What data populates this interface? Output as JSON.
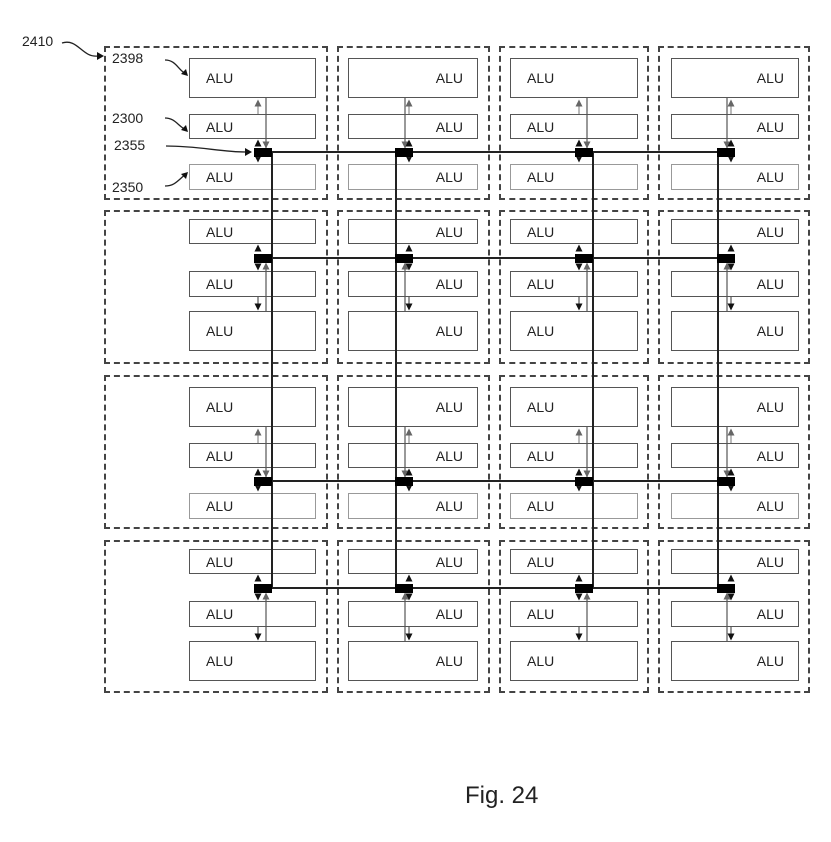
{
  "figure": {
    "caption": "Fig. 24",
    "grid": {
      "rows": 4,
      "cols": 4
    },
    "references": [
      {
        "id": "2410",
        "label": "2410",
        "target": "tile"
      },
      {
        "id": "2398",
        "label": "2398",
        "target": "upper-alu"
      },
      {
        "id": "2300",
        "label": "2300",
        "target": "middle-alu"
      },
      {
        "id": "2355",
        "label": "2355",
        "target": "switch-node"
      },
      {
        "id": "2350",
        "label": "2350",
        "target": "lower-alu"
      }
    ],
    "alu_label": "ALU",
    "tiles": [
      {
        "row": 0,
        "col": 0,
        "layout": "big-top",
        "alus": [
          "ALU",
          "ALU",
          "ALU"
        ],
        "label_align": "left"
      },
      {
        "row": 0,
        "col": 1,
        "layout": "big-top",
        "alus": [
          "ALU",
          "ALU",
          "ALU"
        ],
        "label_align": "right"
      },
      {
        "row": 0,
        "col": 2,
        "layout": "big-top",
        "alus": [
          "ALU",
          "ALU",
          "ALU"
        ],
        "label_align": "left"
      },
      {
        "row": 0,
        "col": 3,
        "layout": "big-top",
        "alus": [
          "ALU",
          "ALU",
          "ALU"
        ],
        "label_align": "right"
      },
      {
        "row": 1,
        "col": 0,
        "layout": "big-bottom",
        "alus": [
          "ALU",
          "ALU",
          "ALU"
        ],
        "label_align": "left"
      },
      {
        "row": 1,
        "col": 1,
        "layout": "big-bottom",
        "alus": [
          "ALU",
          "ALU",
          "ALU"
        ],
        "label_align": "right"
      },
      {
        "row": 1,
        "col": 2,
        "layout": "big-bottom",
        "alus": [
          "ALU",
          "ALU",
          "ALU"
        ],
        "label_align": "left"
      },
      {
        "row": 1,
        "col": 3,
        "layout": "big-bottom",
        "alus": [
          "ALU",
          "ALU",
          "ALU"
        ],
        "label_align": "right"
      },
      {
        "row": 2,
        "col": 0,
        "layout": "big-top",
        "alus": [
          "ALU",
          "ALU",
          "ALU"
        ],
        "label_align": "left"
      },
      {
        "row": 2,
        "col": 1,
        "layout": "big-top",
        "alus": [
          "ALU",
          "ALU",
          "ALU"
        ],
        "label_align": "right"
      },
      {
        "row": 2,
        "col": 2,
        "layout": "big-top",
        "alus": [
          "ALU",
          "ALU",
          "ALU"
        ],
        "label_align": "left"
      },
      {
        "row": 2,
        "col": 3,
        "layout": "big-top",
        "alus": [
          "ALU",
          "ALU",
          "ALU"
        ],
        "label_align": "right"
      },
      {
        "row": 3,
        "col": 0,
        "layout": "big-bottom",
        "alus": [
          "ALU",
          "ALU",
          "ALU"
        ],
        "label_align": "left"
      },
      {
        "row": 3,
        "col": 1,
        "layout": "big-bottom",
        "alus": [
          "ALU",
          "ALU",
          "ALU"
        ],
        "label_align": "right"
      },
      {
        "row": 3,
        "col": 2,
        "layout": "big-bottom",
        "alus": [
          "ALU",
          "ALU",
          "ALU"
        ],
        "label_align": "left"
      },
      {
        "row": 3,
        "col": 3,
        "layout": "big-bottom",
        "alus": [
          "ALU",
          "ALU",
          "ALU"
        ],
        "label_align": "right"
      }
    ]
  }
}
